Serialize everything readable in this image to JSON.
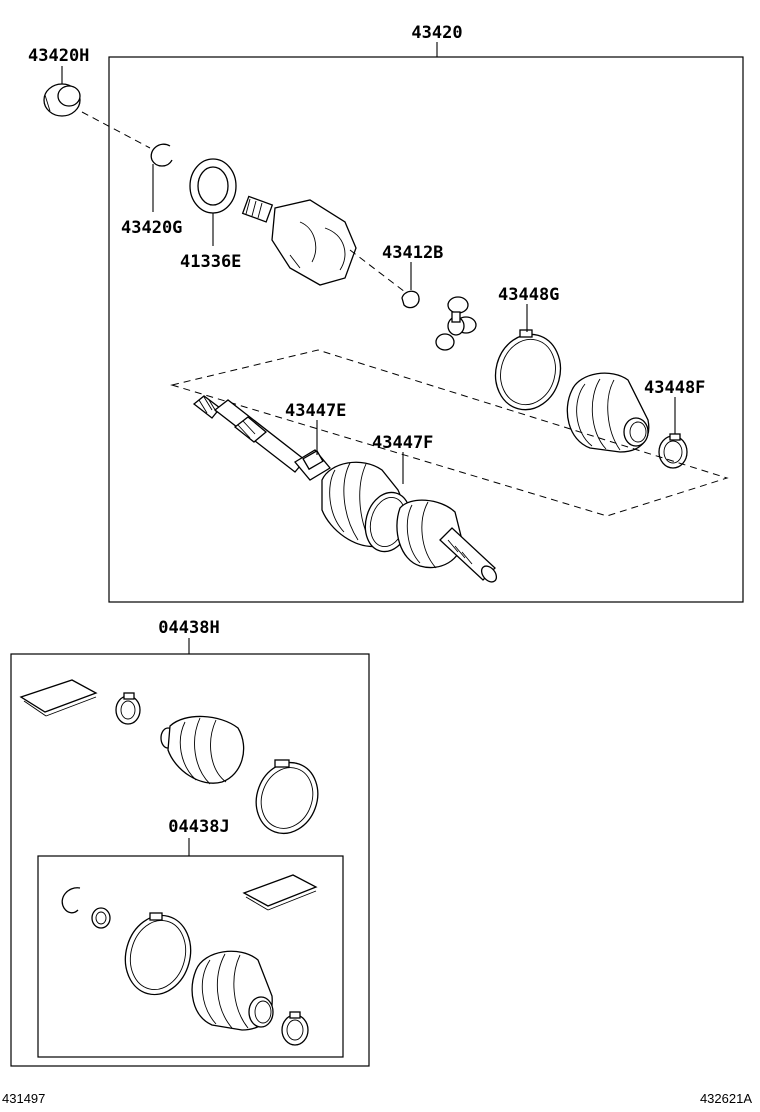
{
  "labels": {
    "assy_43420": "43420",
    "p_43420H": "43420H",
    "p_43420G": "43420G",
    "p_41336E": "41336E",
    "p_43412B": "43412B",
    "p_43448G": "43448G",
    "p_43448F": "43448F",
    "p_43447E": "43447E",
    "p_43447F": "43447F",
    "kit_04438H": "04438H",
    "kit_04438J": "04438J"
  },
  "refs": {
    "left": "431497",
    "right": "432621A"
  }
}
